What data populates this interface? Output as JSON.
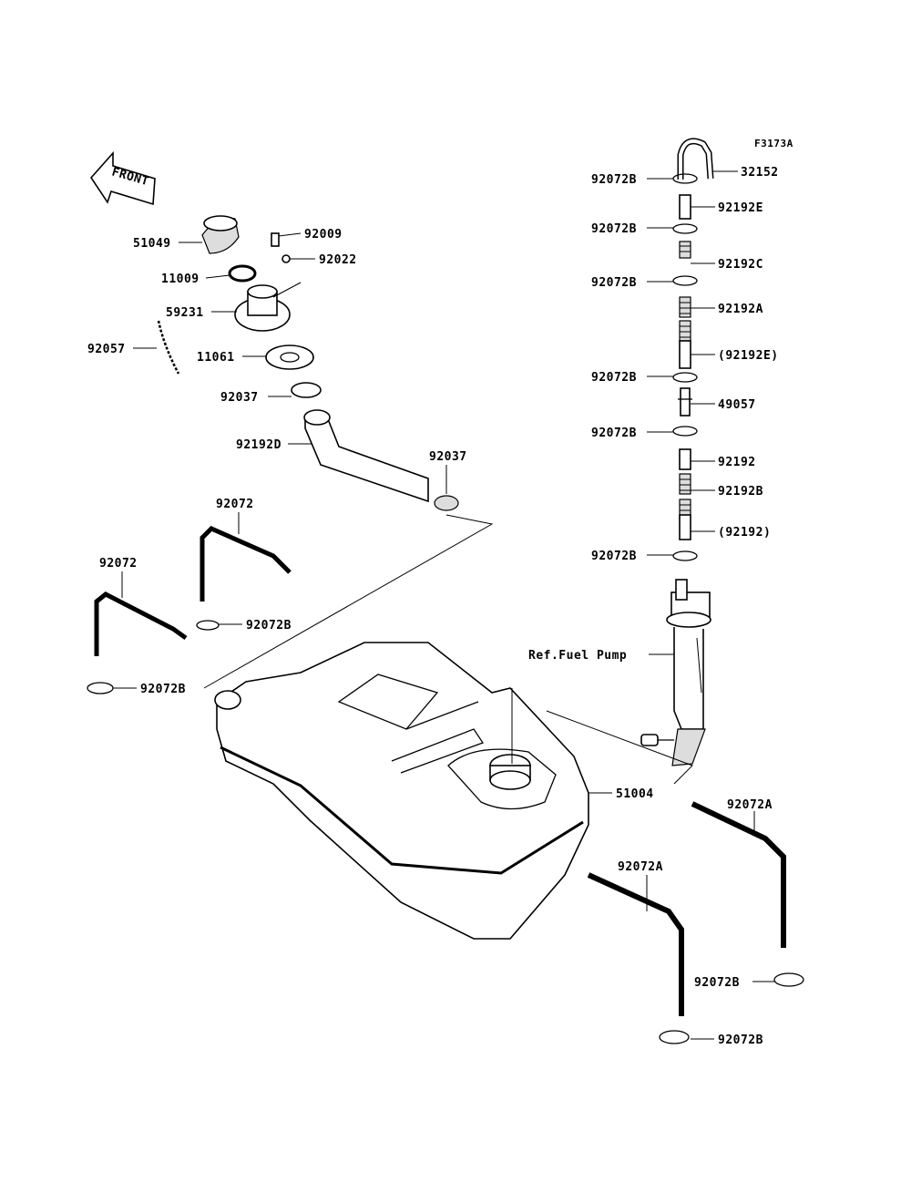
{
  "figure_code": "F3173A",
  "front_label": "FRONT",
  "ref_label": "Ref.Fuel Pump",
  "callouts": {
    "c32152": "32152",
    "c92072B_1": "92072B",
    "c92192E": "92192E",
    "c92072B_2": "92072B",
    "c92192C": "92192C",
    "c92072B_3": "92072B",
    "c92192A": "92192A",
    "c92192E_paren": "(92192E)",
    "c92072B_4": "92072B",
    "c49057": "49057",
    "c92072B_5": "92072B",
    "c92192": "92192",
    "c92192B": "92192B",
    "c92192_paren": "(92192)",
    "c92072B_6": "92072B",
    "c51049": "51049",
    "c92009": "92009",
    "c92022": "92022",
    "c11009": "11009",
    "c59231": "59231",
    "c92057": "92057",
    "c11061": "11061",
    "c92037_1": "92037",
    "c92192D": "92192D",
    "c92037_2": "92037",
    "c92072_1": "92072",
    "c92072_2": "92072",
    "c92072B_7": "92072B",
    "c92072B_8": "92072B",
    "c51004": "51004",
    "c92072A_1": "92072A",
    "c92072A_2": "92072A",
    "c92072B_9": "92072B",
    "c92072B_10": "92072B"
  }
}
